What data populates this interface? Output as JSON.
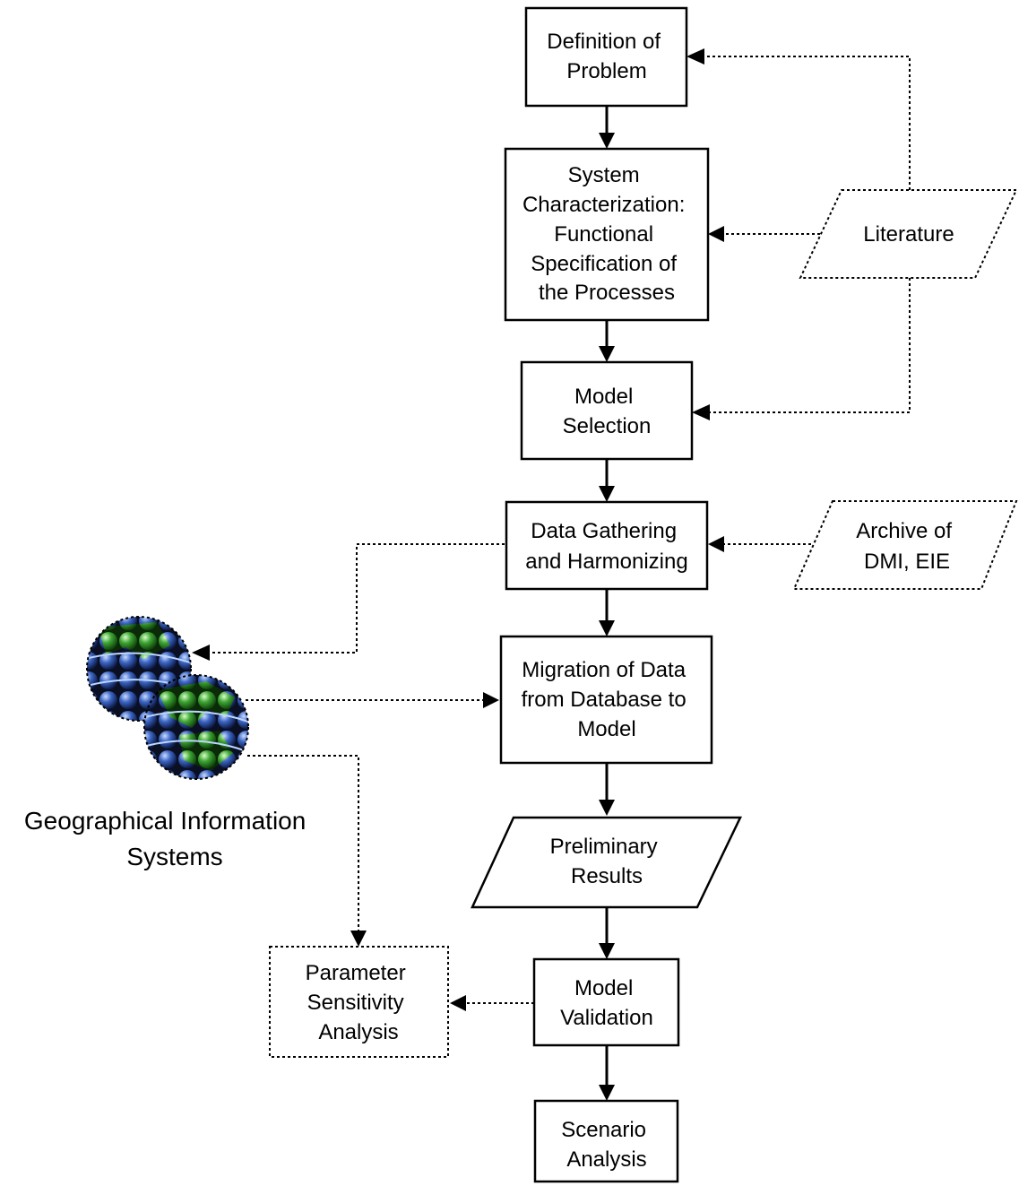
{
  "nodes": {
    "definition": {
      "lines": [
        "Definition of",
        "Problem"
      ]
    },
    "system": {
      "lines": [
        "System",
        "Characterization:",
        "Functional",
        "Specification of",
        "the Processes"
      ]
    },
    "model_selection": {
      "lines": [
        "Model",
        "Selection"
      ]
    },
    "data_gathering": {
      "lines": [
        "Data Gathering",
        "and Harmonizing"
      ]
    },
    "migration": {
      "lines": [
        "Migration of Data",
        "from Database to",
        "Model"
      ]
    },
    "preliminary": {
      "lines": [
        "Preliminary",
        "Results"
      ]
    },
    "validation": {
      "lines": [
        "Model",
        "Validation"
      ]
    },
    "scenario": {
      "lines": [
        "Scenario",
        "Analysis"
      ]
    },
    "literature": {
      "lines": [
        "Literature"
      ]
    },
    "archive": {
      "lines": [
        "Archive of",
        "DMI, EIE"
      ]
    },
    "sensitivity": {
      "lines": [
        "Parameter",
        "Sensitivity",
        "Analysis"
      ]
    }
  },
  "gis": {
    "lines": [
      "Geographical Information",
      "Systems"
    ]
  },
  "colors": {
    "line": "#000000",
    "globe_ocean": "#2a4f9e",
    "globe_land": "#3fa535"
  },
  "icons": [
    "globe-icon"
  ]
}
